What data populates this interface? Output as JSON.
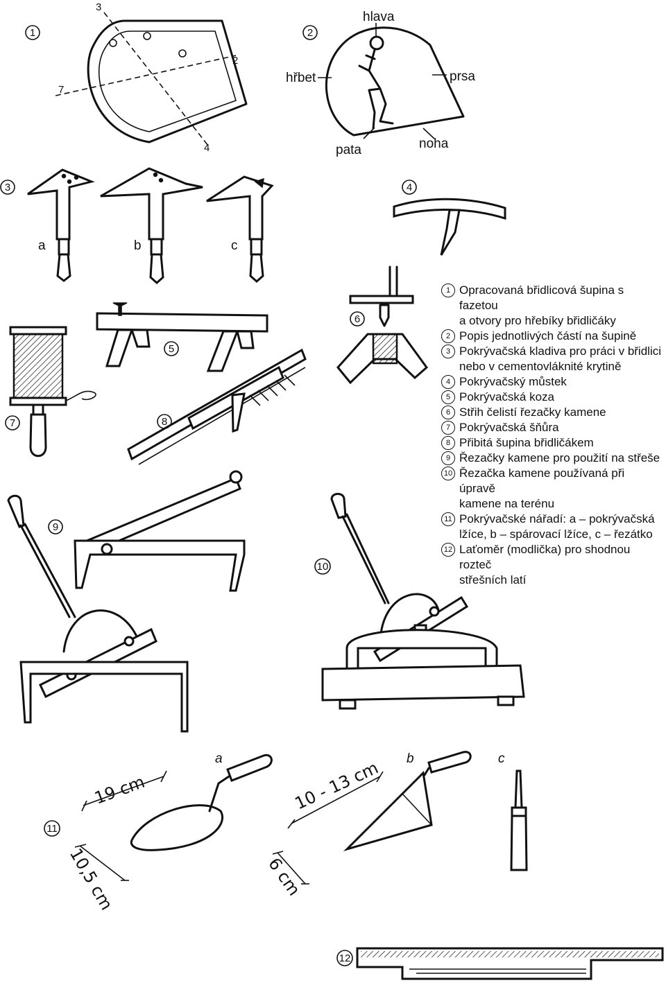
{
  "markers": {
    "m1": "1",
    "m2": "2",
    "m3": "3",
    "m4": "4",
    "m5": "5",
    "m6": "6",
    "m7": "7",
    "m8": "8",
    "m9": "9",
    "m10": "10",
    "m11": "11",
    "m12": "12"
  },
  "fig1": {
    "line_labels": [
      "3",
      "2",
      "7",
      "4"
    ]
  },
  "fig2": {
    "hlava": "hlava",
    "hrbet": "hřbet",
    "prsa": "prsa",
    "pata": "pata",
    "noha": "noha"
  },
  "fig3": {
    "a": "a",
    "b": "b",
    "c": "c"
  },
  "fig11": {
    "a": "a",
    "b": "b",
    "c": "c",
    "dim1": "19 cm",
    "dim2": "10,5 cm",
    "dim3": "10 - 13 cm",
    "dim4": "6 cm"
  },
  "legend": [
    {
      "num": "1",
      "lines": [
        "Opracovaná břidlicová šupina s fazetou",
        "a otvory pro hřebíky břidličáky"
      ]
    },
    {
      "num": "2",
      "lines": [
        "Popis jednotlivých částí na šupině"
      ]
    },
    {
      "num": "3",
      "lines": [
        "Pokrývačská kladiva pro práci v břidlici",
        "nebo v cementovláknité krytině"
      ]
    },
    {
      "num": "4",
      "lines": [
        "Pokrývačský můstek"
      ]
    },
    {
      "num": "5",
      "lines": [
        "Pokrývačská koza"
      ]
    },
    {
      "num": "6",
      "lines": [
        "Střih čelistí řezačky kamene"
      ]
    },
    {
      "num": "7",
      "lines": [
        "Pokrývačská šňůra"
      ]
    },
    {
      "num": "8",
      "lines": [
        "Přibitá šupina břidličákem"
      ]
    },
    {
      "num": "9",
      "lines": [
        "Řezačky kamene pro použití na střeše"
      ]
    },
    {
      "num": "10",
      "lines": [
        "Řezačka kamene používaná při úpravě",
        "kamene na terénu"
      ]
    },
    {
      "num": "11",
      "lines": [
        "Pokrývačské nářadí: a – pokrývačská",
        "lžíce, b – spárovací lžíce, c – řezátko"
      ]
    },
    {
      "num": "12",
      "lines": [
        "Laťoměr (modlička) pro shodnou rozteč",
        "střešních latí"
      ]
    }
  ]
}
